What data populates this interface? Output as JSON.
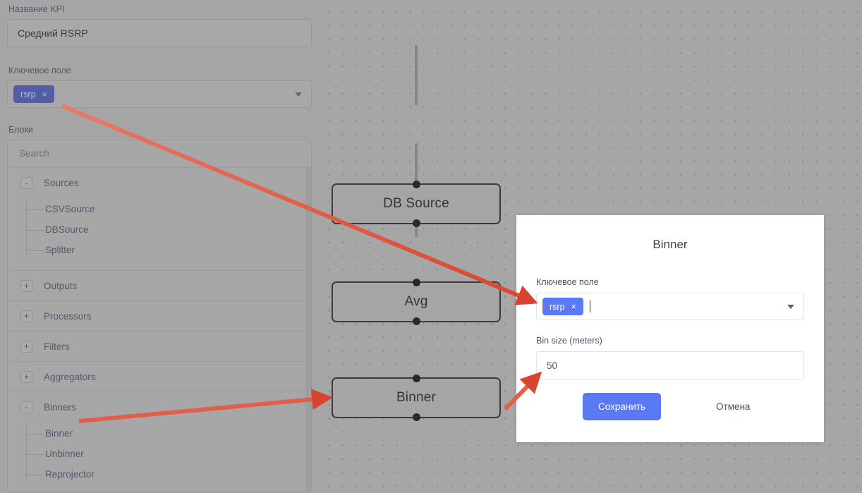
{
  "sidebar": {
    "kpi_name_label": "Название KPI",
    "kpi_name_value": "Средний RSRP",
    "key_field_label": "Ключевое поле",
    "key_field_tag": "rsrp",
    "tag_remove_icon": "×",
    "blocks_label": "Блоки",
    "search_placeholder": "Search",
    "groups": [
      {
        "label": "Sources",
        "toggle": "-",
        "expanded": true,
        "children": [
          "CSVSource",
          "DBSource",
          "Splitter"
        ]
      },
      {
        "label": "Outputs",
        "toggle": "+",
        "expanded": false,
        "children": []
      },
      {
        "label": "Processors",
        "toggle": "+",
        "expanded": false,
        "children": []
      },
      {
        "label": "Filters",
        "toggle": "+",
        "expanded": false,
        "children": []
      },
      {
        "label": "Aggregators",
        "toggle": "+",
        "expanded": false,
        "children": []
      },
      {
        "label": "Binners",
        "toggle": "-",
        "expanded": true,
        "children": [
          "Binner",
          "Unbinner",
          "Reprojector"
        ]
      }
    ]
  },
  "canvas": {
    "nodes": [
      {
        "label": "DB Source"
      },
      {
        "label": "Avg"
      },
      {
        "label": "Binner"
      }
    ]
  },
  "modal": {
    "title": "Binner",
    "key_field_label": "Ключевое поле",
    "key_field_tag": "rsrp",
    "tag_remove_icon": "×",
    "bin_size_label": "Bin size (meters)",
    "bin_size_value": "50",
    "save_label": "Сохранить",
    "cancel_label": "Отмена"
  },
  "colors": {
    "accent": "#5b78f5",
    "tag_dimmed": "#4a55b4",
    "annotation": "#e04a33",
    "canvas_bg": "#b4b4b4",
    "node_border": "#2a2a3a"
  }
}
